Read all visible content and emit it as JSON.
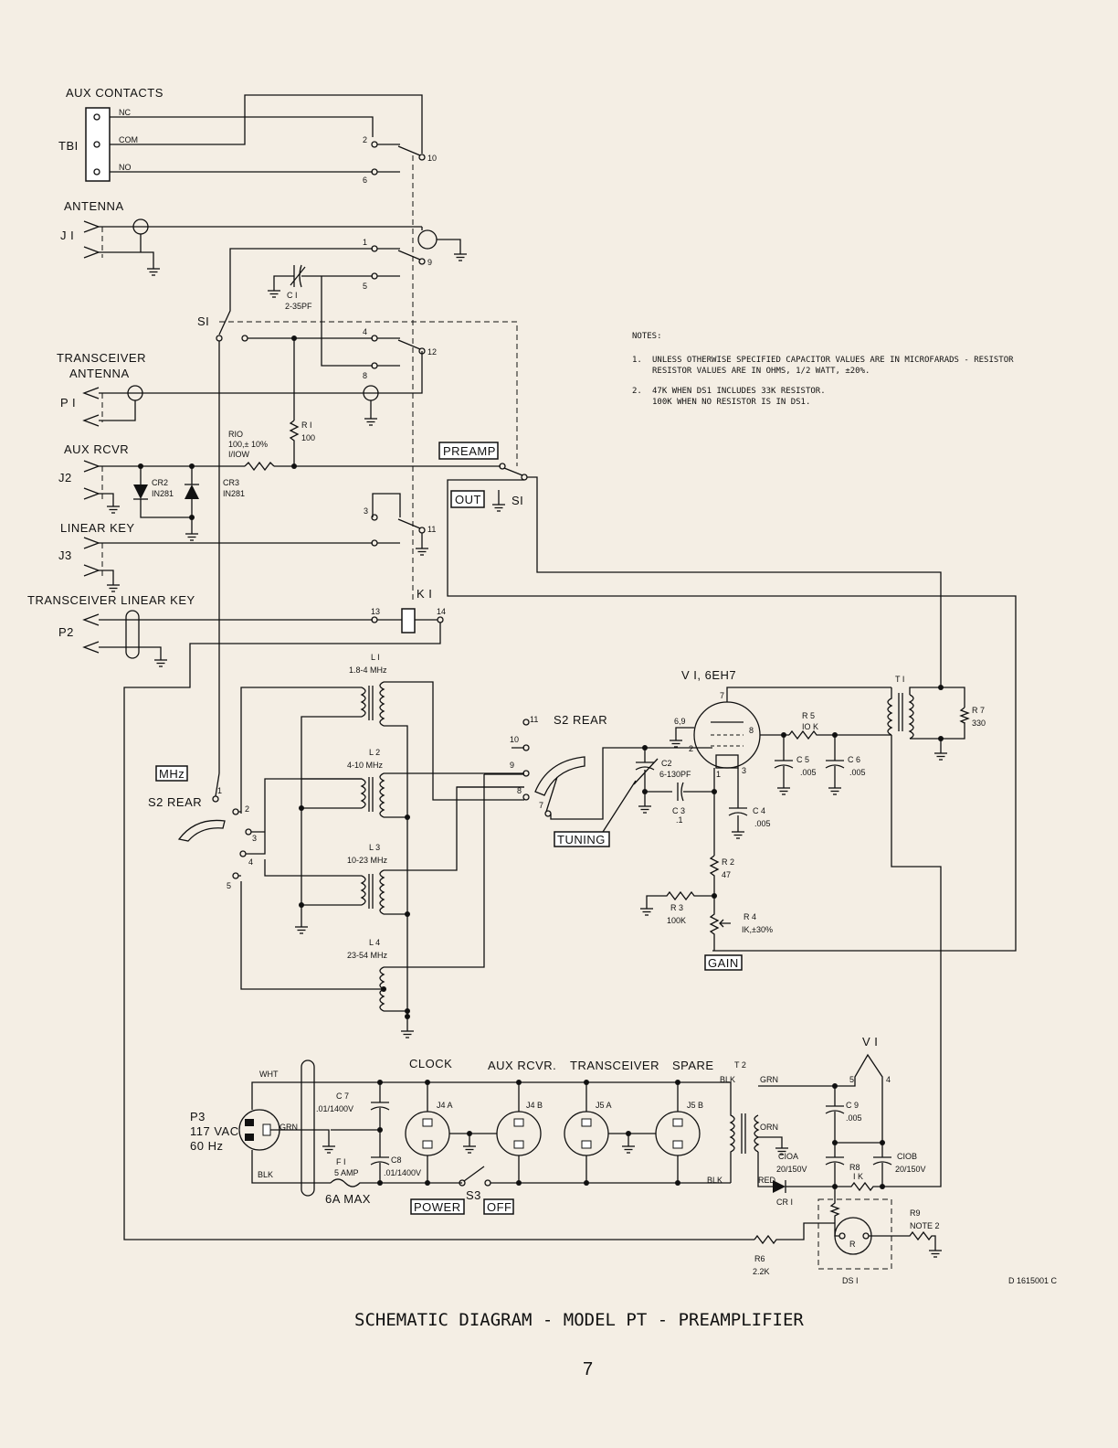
{
  "labels": {
    "aux_contacts": "AUX CONTACTS",
    "tb1": "TBI",
    "nc": "NC",
    "com": "COM",
    "no": "NO",
    "antenna": "ANTENNA",
    "j1": "J I",
    "c1": "C I",
    "c1_val": "2-35PF",
    "s1": "SI",
    "trx_antenna_1": "TRANSCEIVER",
    "trx_antenna_2": "ANTENNA",
    "p1": "P I",
    "aux_rcvr": "AUX RCVR",
    "j2": "J2",
    "cr2": "CR2",
    "cr2_val": "IN281",
    "cr3": "CR3",
    "cr3_val": "IN281",
    "r10": "RIO",
    "r10_val1": "100,± 10%",
    "r10_val2": "I/IOW",
    "r1": "R I",
    "r1_val": "100",
    "preamp": "PREAMP",
    "out": "OUT",
    "s1b": "SI",
    "linear_key": "LINEAR KEY",
    "j3": "J3",
    "trx_linear_key": "TRANSCEIVER LINEAR KEY",
    "p2": "P2",
    "k1": "K I",
    "l1": "L I",
    "l1_val": "1.8-4 MHz",
    "l2": "L 2",
    "l2_val": "4-10 MHz",
    "l3": "L 3",
    "l3_val": "10-23 MHz",
    "l4": "L 4",
    "l4_val": "23-54 MHz",
    "mhz": "MHz",
    "s2_rear_left": "S2 REAR",
    "s2_rear_right": "S2 REAR",
    "v1_tube": "V I, 6EH7",
    "t1": "T I",
    "r5": "R 5",
    "r5_val": "IO K",
    "r7": "R 7",
    "r7_val": "330",
    "c2": "C2",
    "c2_val": "6-130PF",
    "c3": "C 3",
    "c3_val": ".1",
    "c4": "C 4",
    "c4_val": ".005",
    "c5": "C 5",
    "c5_val": ".005",
    "c6": "C 6",
    "c6_val": ".005",
    "tuning": "TUNING",
    "r2": "R 2",
    "r2_val": "47",
    "r3": "R 3",
    "r3_val": "100K",
    "r4": "R 4",
    "r4_val": "IK,±30%",
    "gain": "GAIN",
    "pin_69": "6,9",
    "clock": "CLOCK",
    "aux_rcvr2": "AUX RCVR.",
    "transceiver": "TRANSCEIVER",
    "spare": "SPARE",
    "t2": "T 2",
    "wht": "WHT",
    "grn_a": "GRN",
    "blk_a": "BLK",
    "p3": "P3",
    "p3_v": "117 VAC",
    "p3_hz": "60 Hz",
    "c7": "C 7",
    "c7_val": ".01/1400V",
    "c8": "C8",
    "c8_val": ".01/1400V",
    "f1": "F I",
    "f1_val": "5 AMP",
    "max": "6A MAX",
    "j4a": "J4 A",
    "j4b": "J4 B",
    "j5a": "J5 A",
    "j5b": "J5 B",
    "power": "POWER",
    "s3": "S3",
    "off": "OFF",
    "blk_b": "BLK",
    "blk_c": "BLK",
    "grn_b": "GRN",
    "orn": "ORN",
    "red": "RED",
    "v1b": "V I",
    "pin5": "5",
    "pin4": "4",
    "c9": "C 9",
    "c9_val": ".005",
    "c10a": "CIOA",
    "c10a_val": "20/150V",
    "r8": "R8",
    "r8_val": "I K",
    "c10b": "CIOB",
    "c10b_val": "20/150V",
    "cr1": "CR I",
    "r9": "R9",
    "r9_note": "NOTE 2",
    "r6": "R6",
    "r6_val": "2.2K",
    "ds1": "DS I",
    "ds_r": "R",
    "doc_no": "D 1615001 C"
  },
  "pins": [
    "1",
    "2",
    "3",
    "4",
    "5",
    "6",
    "7",
    "8",
    "9",
    "10",
    "11",
    "12",
    "13",
    "14"
  ],
  "notes": {
    "title": "NOTES:",
    "n1_num": "1.",
    "n1_line1": "UNLESS OTHERWISE SPECIFIED CAPACITOR VALUES ARE IN MICROFARADS - RESISTOR",
    "n1_line2": "RESISTOR VALUES ARE IN OHMS, 1/2 WATT, ±20%.",
    "n2_num": "2.",
    "n2_line1": "47K WHEN DS1 INCLUDES 33K RESISTOR.",
    "n2_line2": "100K WHEN NO RESISTOR IS IN DS1."
  },
  "caption": "SCHEMATIC DIAGRAM - MODEL PT - PREAMPLIFIER",
  "page_number": "7"
}
